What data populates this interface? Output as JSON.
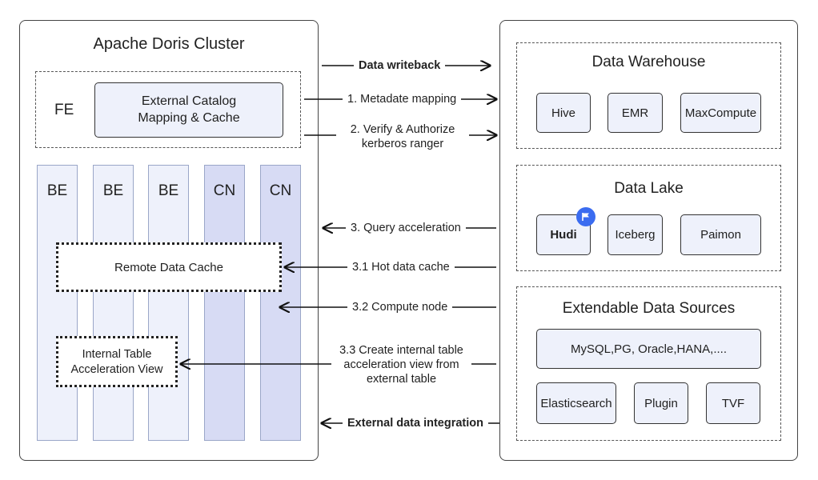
{
  "left": {
    "title": "Apache Doris Cluster",
    "fe_label": "FE",
    "catalog_box": [
      "External Catalog",
      "Mapping & Cache"
    ],
    "columns": [
      "BE",
      "BE",
      "BE",
      "CN",
      "CN"
    ],
    "remote_cache": "Remote Data Cache",
    "internal_view": [
      "Internal Table",
      "Acceleration View"
    ]
  },
  "arrows": {
    "writeback": "Data writeback",
    "metadata": "1. Metadate mapping",
    "verify": [
      "2. Verify & Authorize",
      "kerberos ranger"
    ],
    "query_accel": "3. Query acceleration",
    "hot_cache": "3.1 Hot data cache",
    "compute_node": "3.2 Compute node",
    "create_view": [
      "3.3 Create internal table",
      "acceleration view from",
      "external table"
    ],
    "integration": "External data integration"
  },
  "right": {
    "warehouse": {
      "title": "Data Warehouse",
      "items": [
        "Hive",
        "EMR",
        "MaxCompute"
      ]
    },
    "lake": {
      "title": "Data Lake",
      "items": [
        "Hudi",
        "Iceberg",
        "Paimon"
      ]
    },
    "sources": {
      "title": "Extendable Data Sources",
      "wide_item": "MySQL,PG, Oracle,HANA,....",
      "items": [
        "Elasticsearch",
        "Plugin",
        "TVF"
      ]
    }
  },
  "colors": {
    "be_fill": "#eef1fb",
    "cn_fill": "#d7dbf4",
    "badge": "#3b6cf0"
  },
  "icons": {
    "badge": "flag-icon"
  }
}
